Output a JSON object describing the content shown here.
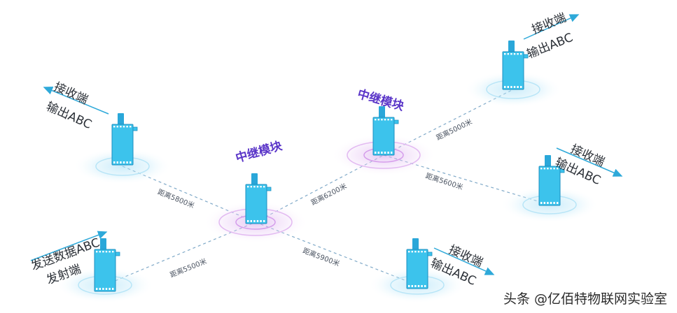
{
  "nodes": {
    "relay_label": "中继模块",
    "receiver_line1": "接收端",
    "receiver_line2": "输出ABC",
    "sender_line1": "发送数据ABC",
    "sender_line2": "发射端"
  },
  "distances": {
    "d1": "距离5800米",
    "d2": "距离5500米",
    "d3": "距离6200米",
    "d4": "距离5900米",
    "d5": "距离5000米",
    "d6": "距离5600米"
  },
  "watermark": "头条 @亿佰特物联网实验室",
  "colors": {
    "module": "#3cc3ec",
    "module_edge": "#1d8fc0",
    "antenna": "#2aa7d9",
    "arrow": "#2ea9d9",
    "dash": "#7fa9c8",
    "halo_blue": "#9fdcf5",
    "halo_purple": "#d7a3ec",
    "relay_text": "#5a35c8"
  }
}
